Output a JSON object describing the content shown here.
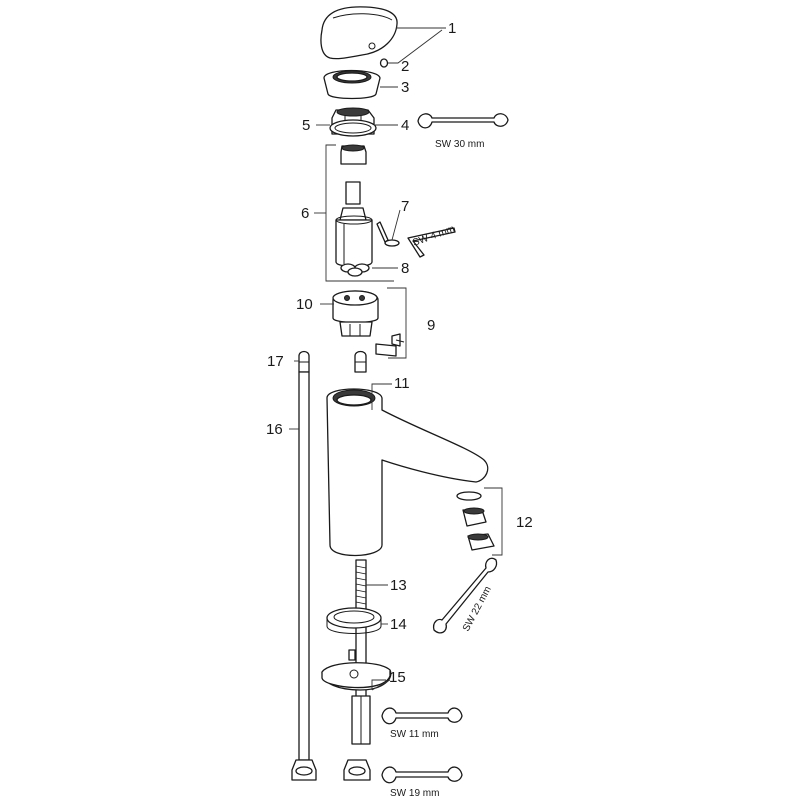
{
  "callouts": [
    "1",
    "2",
    "3",
    "4",
    "5",
    "6",
    "7",
    "8",
    "9",
    "10",
    "11",
    "12",
    "13",
    "14",
    "15",
    "16",
    "17"
  ],
  "tools": {
    "sw30": "SW 30 mm",
    "sw4": "SW 4 mm",
    "sw22": "SW 22 mm",
    "sw11": "SW 11 mm",
    "sw19": "SW 19 mm"
  }
}
